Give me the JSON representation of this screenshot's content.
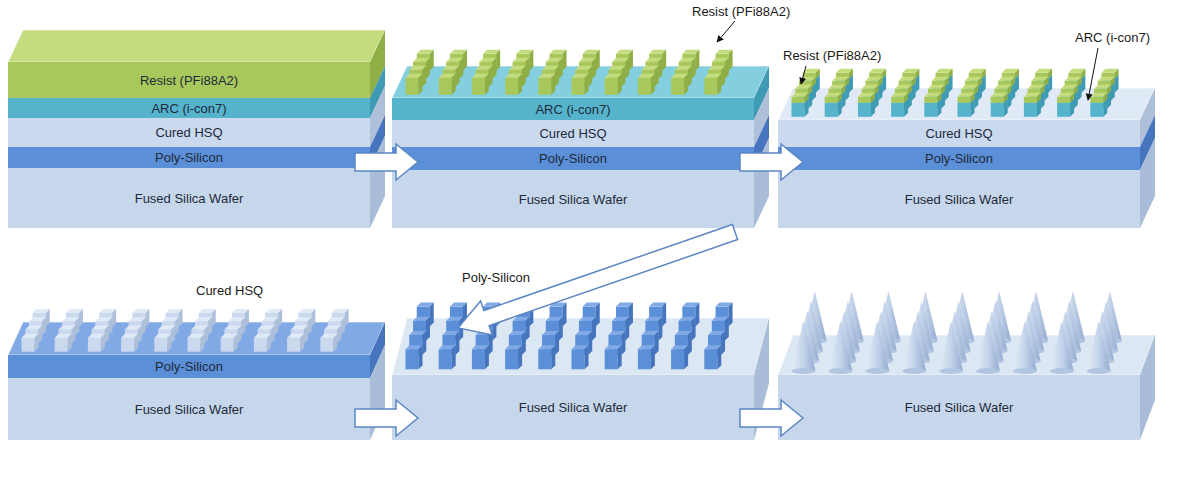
{
  "diagram": {
    "nodes": [
      {
        "text": [
          "Resist (PFi88A2)"
        ]
      },
      {
        "text": [
          "ARC (i-con7)"
        ]
      },
      {
        "text": [
          "Cured HSQ"
        ]
      },
      {
        "text": [
          "Poly-Silicon"
        ]
      },
      {
        "text": [
          "Fused Silica Wafer"
        ]
      },
      {
        "text": [
          "ARC (i-con7)"
        ]
      },
      {
        "text": [
          "Cured HSQ"
        ]
      },
      {
        "text": [
          "Poly-Silicon"
        ]
      },
      {
        "text": [
          "Fused Silica Wafer"
        ]
      },
      {
        "text": [
          "Cured HSQ"
        ]
      },
      {
        "text": [
          "Poly-Silicon"
        ]
      },
      {
        "text": [
          "Fused Silica Wafer"
        ]
      },
      {
        "text": [
          "Poly-Silicon"
        ]
      },
      {
        "text": [
          "Fused Silica Wafer"
        ]
      },
      {
        "text": [
          "Fused Silica Wafer"
        ]
      },
      {
        "text": [
          "Fused Silica Wafer"
        ]
      }
    ],
    "labels": [
      "Resist (PFi88A2)",
      "Resist (PFi88A2)",
      "ARC (i-con7)",
      "Cured HSQ",
      "Poly-Silicon"
    ]
  }
}
